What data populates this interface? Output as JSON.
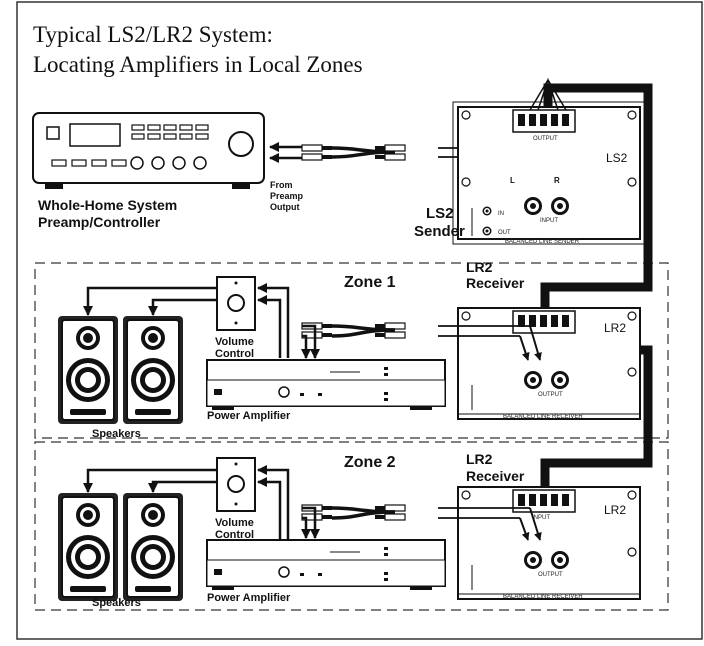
{
  "title": {
    "line1": "Typical LS2/LR2 System:",
    "line2": "Locating Amplifiers in Local Zones"
  },
  "preamp": {
    "label_line1": "Whole-Home System",
    "label_line2": "Preamp/Controller",
    "output_line1": "From",
    "output_line2": "Preamp",
    "output_line3": "Output"
  },
  "sender": {
    "badge": "LS2",
    "label_line1": "LS2",
    "label_line2": "Sender",
    "panel_output": "OUTPUT",
    "panel_input": "INPUT",
    "panel_footer": "BALANCED LINE SENDER",
    "in": "IN",
    "out": "OUT",
    "left": "L",
    "right": "R"
  },
  "zones": [
    {
      "title": "Zone 1",
      "receiver_label_line1": "LR2",
      "receiver_label_line2": "Receiver",
      "receiver_badge": "LR2",
      "receiver_footer": "BALANCED LINE RECEIVER",
      "panel_output": "OUTPUT",
      "volume_line1": "Volume",
      "volume_line2": "Control",
      "speakers": "Speakers",
      "amplifier": "Power Amplifier"
    },
    {
      "title": "Zone 2",
      "receiver_label_line1": "LR2",
      "receiver_label_line2": "Receiver",
      "receiver_badge": "LR2",
      "receiver_footer": "BALANCED LINE RECEIVER",
      "panel_output": "OUTPUT",
      "panel_input": "INPUT",
      "volume_line1": "Volume",
      "volume_line2": "Control",
      "speakers": "Speakers",
      "amplifier": "Power Amplifier"
    }
  ],
  "colors": {
    "ink": "#111111",
    "panel": "#ffffff"
  }
}
